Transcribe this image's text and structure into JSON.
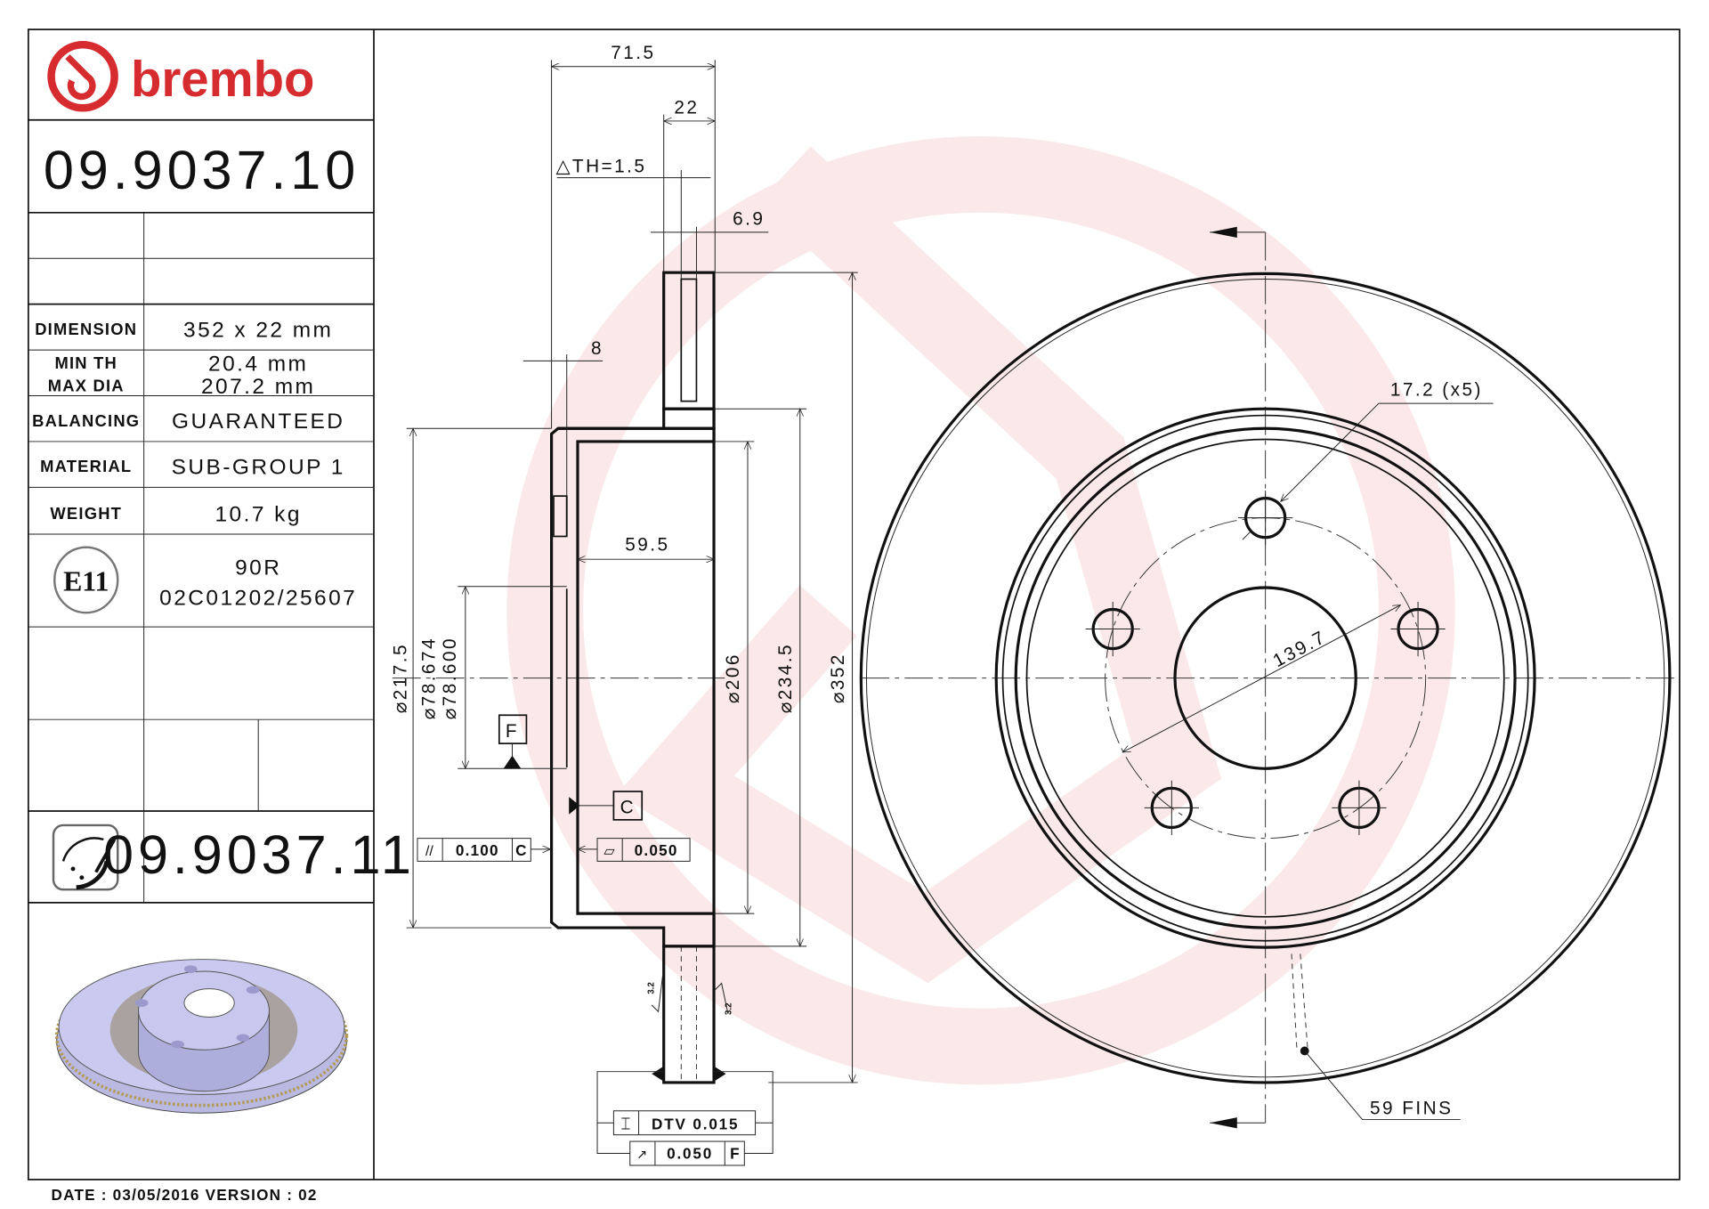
{
  "title_block": {
    "logo_text": "brembo",
    "part_number": "09.9037.10",
    "specs": [
      {
        "label": "DIMENSION",
        "value": "352 x 22 mm"
      },
      {
        "label_line1": "MIN TH",
        "label_line2": "MAX DIA",
        "value_line1": "20.4 mm",
        "value_line2": "207.2 mm"
      },
      {
        "label": "BALANCING",
        "value": "GUARANTEED"
      },
      {
        "label": "MATERIAL",
        "value": "SUB-GROUP 1"
      },
      {
        "label": "WEIGHT",
        "value": "10.7 kg"
      }
    ],
    "approval": {
      "mark": "E11",
      "line1": "90R",
      "line2": "02C01202/25607"
    },
    "alt_part_number": "09.9037.11",
    "footer": "DATE : 03/05/2016 VERSION : 02"
  },
  "section_view": {
    "dims": {
      "overall_width": "71.5",
      "thickness": "22",
      "delta_th": "△TH=1.5",
      "vane_offset": "6.9",
      "hat_wall": "8",
      "hat_depth": "59.5",
      "d_217": "⌀217.5",
      "d_78674": "⌀78.674",
      "d_78600": "⌀78.600",
      "d_206": "⌀206",
      "d_234": "⌀234.5",
      "d_352": "⌀352"
    },
    "datum_f": "F",
    "datum_c": "C",
    "parallelism": {
      "symbol": "//",
      "value": "0.100",
      "datum": "C"
    },
    "flatness": {
      "symbol": "▱",
      "value": "0.050"
    },
    "dtv": {
      "symbol": "⌶",
      "value": "DTV 0.015"
    },
    "runout": {
      "symbol": "↗",
      "value": "0.050",
      "datum": "F"
    },
    "roughness": "3.2"
  },
  "front_view": {
    "bolt_hole": "17.2 (x5)",
    "pcd": "139.7",
    "fins": "59 FINS"
  },
  "colors": {
    "brand_red": "#d62b2f",
    "watermark": "#fbe3e3",
    "render": "#c9c9ee"
  }
}
